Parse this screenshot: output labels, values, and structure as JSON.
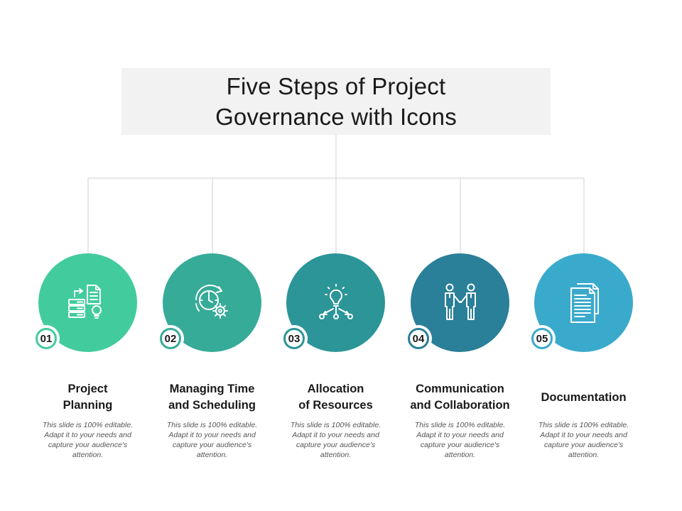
{
  "title": {
    "line1": "Five Steps of Project",
    "line2": "Governance with Icons"
  },
  "colors": {
    "step1": "#42cc9e",
    "step2": "#36ab98",
    "step3": "#2c9598",
    "step4": "#2a7f99",
    "step5": "#3aaacc",
    "connector": "#d9d9d9"
  },
  "steps": [
    {
      "number": "01",
      "heading_line1": "Project",
      "heading_line2": "Planning",
      "icon": "planning-icon",
      "description": "This slide is 100% editable. Adapt it to your needs and capture your audience's attention."
    },
    {
      "number": "02",
      "heading_line1": "Managing Time",
      "heading_line2": "and Scheduling",
      "icon": "clock-gear-icon",
      "description": "This slide is 100% editable. Adapt it to your needs and capture your audience's attention."
    },
    {
      "number": "03",
      "heading_line1": "Allocation",
      "heading_line2": "of Resources",
      "icon": "lightbulb-network-icon",
      "description": "This slide is 100% editable. Adapt it to your needs and capture your audience's attention."
    },
    {
      "number": "04",
      "heading_line1": "Communication",
      "heading_line2": "and Collaboration",
      "icon": "handshake-icon",
      "description": "This slide is 100% editable. Adapt it to your needs and capture your audience's attention."
    },
    {
      "number": "05",
      "heading_line1": "Documentation",
      "heading_line2": "",
      "icon": "documents-icon",
      "description": "This slide is 100% editable. Adapt it to your needs and capture your audience's attention."
    }
  ]
}
